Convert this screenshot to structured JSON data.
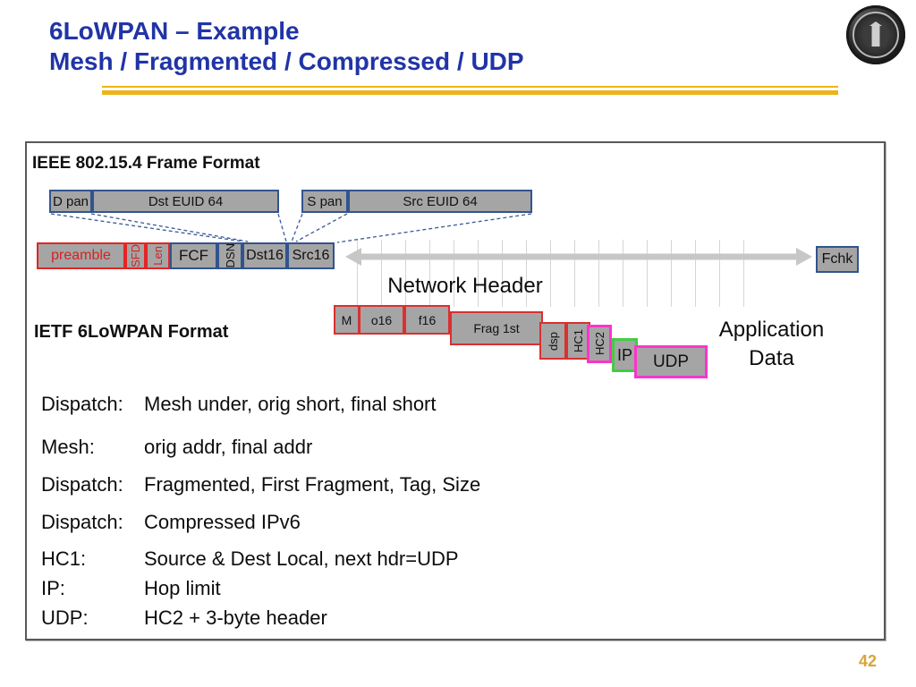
{
  "header": {
    "title_line1": "6LoWPAN – Example",
    "title_line2": "Mesh / Fragmented / Compressed / UDP"
  },
  "ieee": {
    "heading": "IEEE 802.15.4 Frame Format",
    "addr_row": {
      "d_pan": "D pan",
      "dst_euid": "Dst EUID 64",
      "s_pan": "S pan",
      "src_euid": "Src EUID 64"
    },
    "phy_row": {
      "preamble": "preamble",
      "sfd": "SFD",
      "len": "Len",
      "fcf": "FCF",
      "dsn": "DSN",
      "dst16": "Dst16",
      "src16": "Src16",
      "fchk": "Fchk"
    },
    "network_header_label": "Network Header"
  },
  "ietf": {
    "heading": "IETF 6LoWPAN Format",
    "boxes": {
      "m": "M",
      "o16": "o16",
      "f16": "f16",
      "frag": "Frag 1st",
      "dsp": "dsp",
      "hc1": "HC1",
      "hc2": "HC2",
      "ip": "IP",
      "udp": "UDP"
    },
    "application_line1": "Application",
    "application_line2": "Data"
  },
  "notes": [
    {
      "label": "Dispatch:",
      "value": "Mesh under, orig short, final short"
    },
    {
      "label": "Mesh:",
      "value": "orig addr, final addr"
    },
    {
      "label": "Dispatch:",
      "value": "Fragmented, First Fragment, Tag, Size"
    },
    {
      "label": "Dispatch:",
      "value": "Compressed IPv6"
    },
    {
      "label": "HC1:",
      "value": "Source & Dest Local, next hdr=UDP"
    },
    {
      "label": "IP:",
      "value": "Hop limit"
    },
    {
      "label": "UDP:",
      "value": "HC2 + 3-byte header"
    }
  ],
  "footer": {
    "page_number": "42"
  },
  "colors": {
    "title_blue": "#2134A6",
    "accent_gold": "#EDB41A",
    "box_fill_gray": "#A5A5A5",
    "frame_border_blue": "#31548F",
    "phy_red": "#E42525",
    "hc2_udp_magenta": "#FF33CC",
    "ip_green": "#44CC44",
    "page_number_gold": "#D9A43B"
  }
}
